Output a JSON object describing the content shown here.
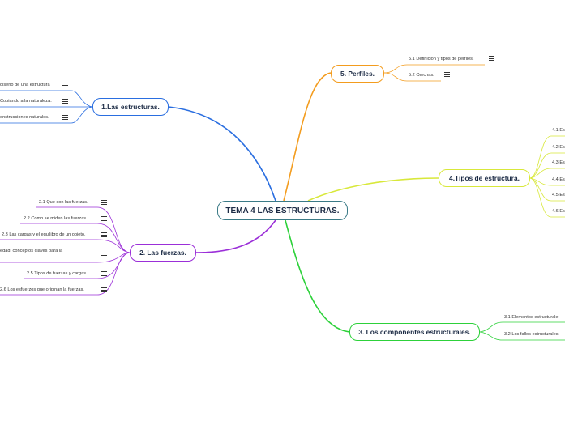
{
  "central": {
    "label": "TEMA 4 LAS ESTRUCTURAS."
  },
  "colors": {
    "estructuras": "#2a6ee0",
    "fuerzas": "#9b2fd8",
    "perfiles": "#f39c1e",
    "tipos": "#d8e83a",
    "componentes": "#2dd13a"
  },
  "branches": {
    "estructuras": {
      "label": "1.Las estructuras.",
      "items": [
        "diseño de una estructura",
        "Copiando a la naturaleza.",
        "onstrucciones naturales."
      ]
    },
    "fuerzas": {
      "label": "2. Las fuerzas.",
      "items": [
        "2.1 Que son las fuerzas.",
        "2.2 Como se miden las fuerzas.",
        "2.3 Las cargas y el equilibro de un objeto.",
        "edad, conceptos claves para la",
        "2.5 Tipos de fuerzas y cargas.",
        "2.6 Los esfuerzos que originan la fuerzas."
      ]
    },
    "perfiles": {
      "label": "5. Perfiles.",
      "items": [
        "5.1 Definición y tipos de perfiles.",
        "5.2  Cerchas."
      ]
    },
    "tipos": {
      "label": "4.Tipos de estructura.",
      "items": [
        "4.1 Es",
        "4.2 Es",
        "4.3 Es",
        "4.4 Es",
        "4.5 Es",
        "4.6 Es"
      ]
    },
    "componentes": {
      "label": "3. Los componentes estructurales.",
      "items": [
        "3.1 Elementos estructurale",
        "3.2 Los fallos estructurales."
      ]
    }
  }
}
